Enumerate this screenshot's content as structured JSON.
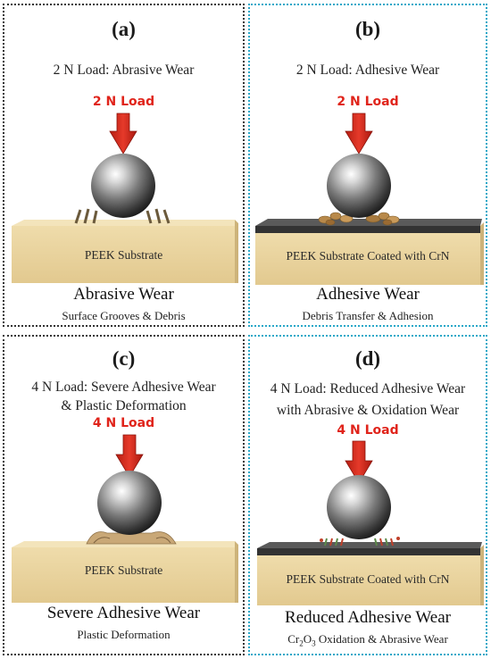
{
  "panels": [
    {
      "letter": "(a)",
      "heading_lines": [
        "2 N Load: Abrasive Wear"
      ],
      "load_label": "2 N Load",
      "substrate_label": "PEEK Substrate",
      "wear_title": "Abrasive Wear",
      "wear_sub": "Surface Grooves & Debris"
    },
    {
      "letter": "(b)",
      "heading_lines": [
        "2 N Load: Adhesive Wear"
      ],
      "load_label": "2 N Load",
      "substrate_label": "PEEK Substrate Coated with CrN",
      "wear_title": "Adhesive Wear",
      "wear_sub": "Debris Transfer & Adhesion"
    },
    {
      "letter": "(c)",
      "heading_lines": [
        "4 N Load: Severe Adhesive Wear",
        "& Plastic Deformation"
      ],
      "load_label": "4 N Load",
      "substrate_label": "PEEK Substrate",
      "wear_title": "Severe Adhesive Wear",
      "wear_sub": "Plastic Deformation"
    },
    {
      "letter": "(d)",
      "heading_lines": [
        "4 N Load: Reduced Adhesive Wear",
        "with Abrasive & Oxidation Wear"
      ],
      "load_label": "4 N Load",
      "substrate_label": "PEEK Substrate Coated with CrN",
      "wear_title": "Reduced Adhesive Wear",
      "wear_sub_parts": [
        "Cr",
        "2",
        "O",
        "3",
        " Oxidation & Abrasive Wear"
      ]
    }
  ],
  "colors": {
    "load_arrow": "#d92a1c",
    "peek_substrate": "#ecd9a8",
    "crn_coating": "#3c3c3c",
    "panel_border_left": "#333333",
    "panel_border_right": "#2aa8c8"
  }
}
